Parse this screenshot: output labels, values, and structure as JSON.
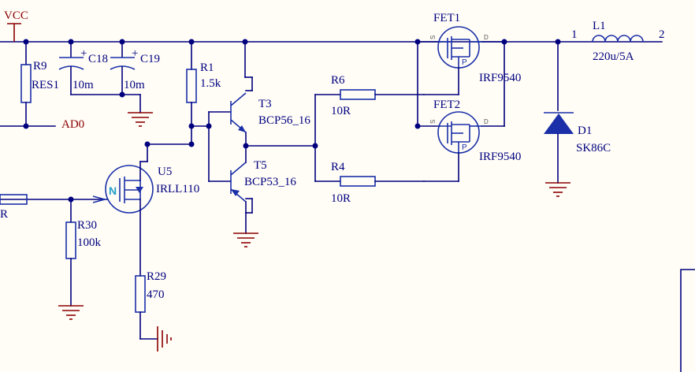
{
  "power": {
    "vcc": "VCC"
  },
  "nets": {
    "ad0": "AD0",
    "left_net": "R"
  },
  "components": {
    "R9": {
      "designator": "R9",
      "value": "RES1"
    },
    "C18": {
      "designator": "C18",
      "value": "10m"
    },
    "C19": {
      "designator": "C19",
      "value": "10m"
    },
    "R1": {
      "designator": "R1",
      "value": "1.5k"
    },
    "T3": {
      "designator": "T3",
      "value": "BCP56_16"
    },
    "T5": {
      "designator": "T5",
      "value": "BCP53_16"
    },
    "U5": {
      "designator": "U5",
      "value": "IRLL110",
      "channel": "N"
    },
    "R30": {
      "designator": "R30",
      "value": "100k"
    },
    "R29": {
      "designator": "R29",
      "value": "470"
    },
    "R6": {
      "designator": "R6",
      "value": "10R"
    },
    "R4": {
      "designator": "R4",
      "value": "10R"
    },
    "FET1": {
      "designator": "FET1",
      "value": "IRF9540",
      "channel": "P",
      "pin_s": "S",
      "pin_d": "D"
    },
    "FET2": {
      "designator": "FET2",
      "value": "IRF9540",
      "channel": "P",
      "pin_s": "S",
      "pin_d": "D"
    },
    "D1": {
      "designator": "D1",
      "value": "SK86C"
    },
    "L1": {
      "designator": "L1",
      "value": "220u/5A",
      "pin1": "1",
      "pin2": "2"
    }
  },
  "polarity": {
    "plus": "+"
  },
  "colors": {
    "wire": "#00007f",
    "component": "#1a2fa8",
    "power": "#8b0000",
    "channel_n": "#22a0c8",
    "background": "#fffdf6"
  }
}
